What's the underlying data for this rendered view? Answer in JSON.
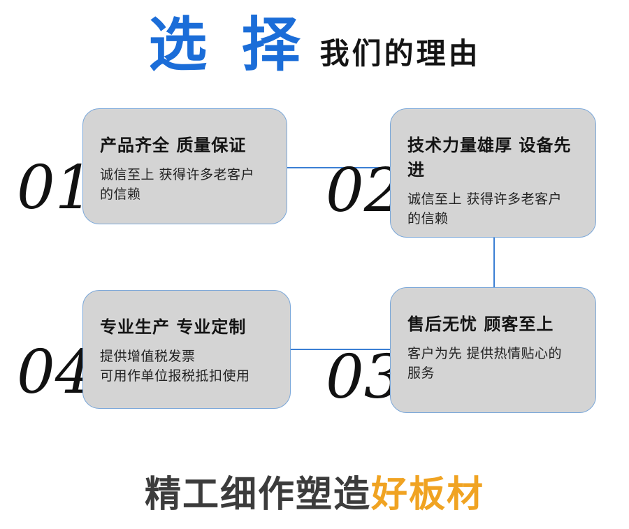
{
  "title": {
    "highlight": "选 择",
    "rest": "我们的理由"
  },
  "reasons": [
    {
      "number": "01",
      "title": "产品齐全 质量保证",
      "desc": "诚信至上 获得许多老客户\n的信赖"
    },
    {
      "number": "02",
      "title": "技术力量雄厚 设备先进",
      "desc": "诚信至上 获得许多老客户\n的信赖"
    },
    {
      "number": "04",
      "title": "专业生产 专业定制",
      "desc": "提供增值税发票\n可用作单位报税抵扣使用"
    },
    {
      "number": "03",
      "title": "售后无忧 顾客至上",
      "desc": "客户为先 提供热情贴心的\n服务"
    }
  ],
  "slogan": {
    "prefix": "精工细作塑造",
    "highlight": "好板材"
  },
  "colors": {
    "title_blue": "#1b6dd8",
    "connector_blue": "#3b7fd4",
    "card_background": "#d4d4d4",
    "card_border": "#7aa7d9",
    "slogan_orange": "#f0a322",
    "text_dark": "#141414"
  }
}
